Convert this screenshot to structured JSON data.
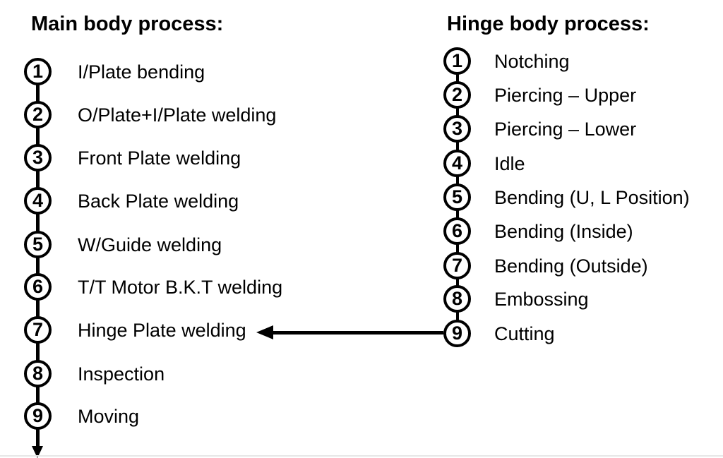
{
  "page": {
    "background_color": "#ffffff",
    "line_color": "#000000",
    "divider_color": "#e7e7e7"
  },
  "main_process": {
    "title": "Main body process:",
    "items": [
      {
        "num": "1",
        "label": "I/Plate bending"
      },
      {
        "num": "2",
        "label": "O/Plate+I/Plate welding"
      },
      {
        "num": "3",
        "label": "Front Plate welding"
      },
      {
        "num": "4",
        "label": "Back Plate welding"
      },
      {
        "num": "5",
        "label": "W/Guide welding"
      },
      {
        "num": "6",
        "label": "T/T Motor B.K.T welding"
      },
      {
        "num": "7",
        "label": "Hinge Plate welding"
      },
      {
        "num": "8",
        "label": "Inspection"
      },
      {
        "num": "9",
        "label": "Moving"
      }
    ]
  },
  "hinge_process": {
    "title": "Hinge body process:",
    "items": [
      {
        "num": "1",
        "label": "Notching"
      },
      {
        "num": "2",
        "label": "Piercing – Upper"
      },
      {
        "num": "3",
        "label": "Piercing – Lower"
      },
      {
        "num": "4",
        "label": "Idle"
      },
      {
        "num": "5",
        "label": "Bending (U, L Position)"
      },
      {
        "num": "6",
        "label": "Bending (Inside)"
      },
      {
        "num": "7",
        "label": "Bending (Outside)"
      },
      {
        "num": "8",
        "label": "Embossing"
      },
      {
        "num": "9",
        "label": "Cutting"
      }
    ]
  }
}
